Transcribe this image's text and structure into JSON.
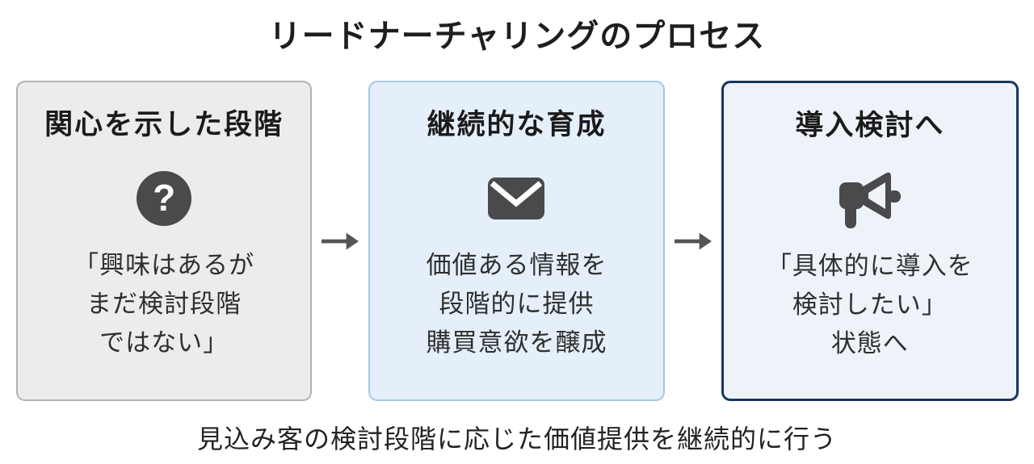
{
  "title": "リードナーチャリングのプロセス",
  "steps": [
    {
      "heading": "関心を示した段階",
      "icon": "question-icon",
      "lines": [
        "「興味はあるが",
        "まだ検討段階",
        "ではない」"
      ]
    },
    {
      "heading": "継続的な育成",
      "icon": "mail-icon",
      "lines": [
        "価値ある情報を",
        "段階的に提供",
        "購買意欲を醸成"
      ]
    },
    {
      "heading": "導入検討へ",
      "icon": "megaphone-icon",
      "lines": [
        "「具体的に導入を",
        "検討したい」",
        "状態へ"
      ]
    }
  ],
  "caption": "見込み客の検討段階に応じた価値提供を継続的に行う",
  "question_mark_glyph": "?",
  "colors": {
    "box1_fill": "#ececec",
    "box1_border": "#b3b3b3",
    "box2_fill": "#e4eff9",
    "box2_border": "#a6c9e3",
    "box3_fill": "#eef2f9",
    "box3_border": "#17365d",
    "icon": "#4a4a4c",
    "arrow": "#555555"
  }
}
